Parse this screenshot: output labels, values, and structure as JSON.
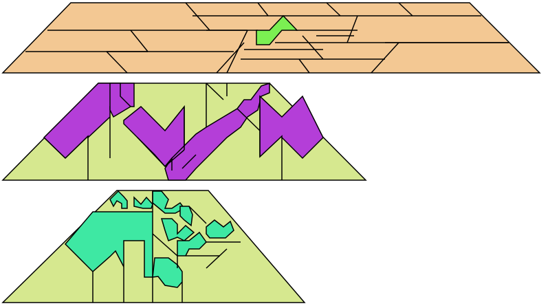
{
  "palette": {
    "tan": "#f3c893",
    "lime": "#d6e88f",
    "green": "#7bef52",
    "purple": "#b43ed8",
    "teal": "#3ee8a3",
    "outline": "#000000"
  },
  "panels": [
    {
      "shape": "trapezoid",
      "base_color": "tan",
      "highlight_color": "green",
      "highlight_piece_count": 1
    },
    {
      "shape": "trapezoid",
      "base_color": "lime",
      "highlight_color": "purple"
    },
    {
      "shape": "trapezoid",
      "base_color": "lime",
      "highlight_color": "teal"
    }
  ]
}
